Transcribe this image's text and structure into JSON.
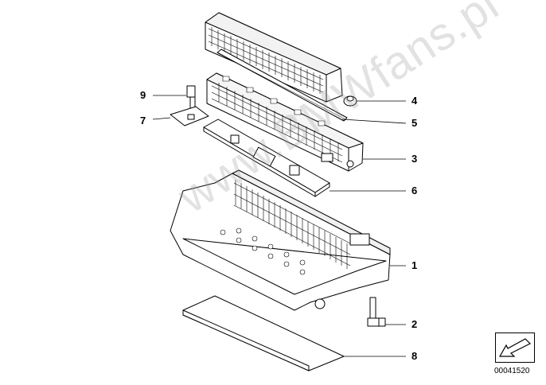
{
  "callouts": {
    "c1": "1",
    "c2": "2",
    "c3": "3",
    "c4": "4",
    "c5": "5",
    "c6": "6",
    "c7": "7",
    "c8": "8",
    "c9": "9"
  },
  "watermark": "www.BMWfans.pl",
  "diagram_id": "00041520",
  "icons": {
    "corner": "arrow-down-left-icon"
  },
  "colors": {
    "line": "#000000",
    "watermark": "#969696"
  }
}
